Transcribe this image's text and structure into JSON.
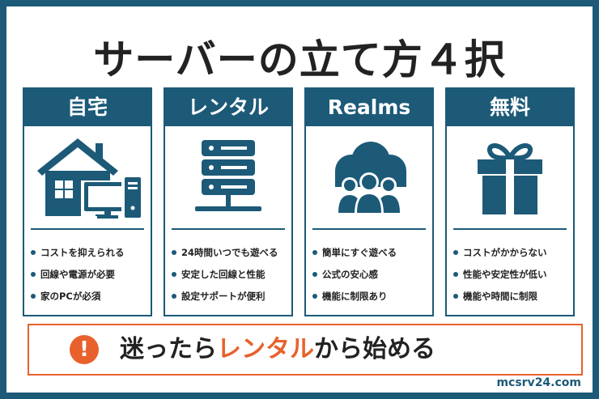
{
  "title": "サーバーの立て方４択",
  "colors": {
    "primary": "#1c5a78",
    "accent": "#e8612c",
    "text": "#222222"
  },
  "cards": [
    {
      "header": "自宅",
      "icon": "home-pc-icon",
      "bullets": [
        "コストを抑えられる",
        "回線や電源が必要",
        "家のPCが必須"
      ]
    },
    {
      "header": "レンタル",
      "icon": "server-icon",
      "bullets": [
        "24時間いつでも遊べる",
        "安定した回線と性能",
        "設定サポートが便利"
      ]
    },
    {
      "header": "Realms",
      "icon": "cloud-users-icon",
      "bullets": [
        "簡単にすぐ遊べる",
        "公式の安心感",
        "機能に制限あり"
      ]
    },
    {
      "header": "無料",
      "icon": "gift-icon",
      "bullets": [
        "コストがかからない",
        "性能や安定性が低い",
        "機能や時間に制限"
      ]
    }
  ],
  "banner": {
    "icon": "exclamation-icon",
    "alert_symbol": "!",
    "text_before": "迷ったら",
    "text_highlight": "レンタル",
    "text_after": "から始める"
  },
  "site_url": "mcsrv24.com"
}
